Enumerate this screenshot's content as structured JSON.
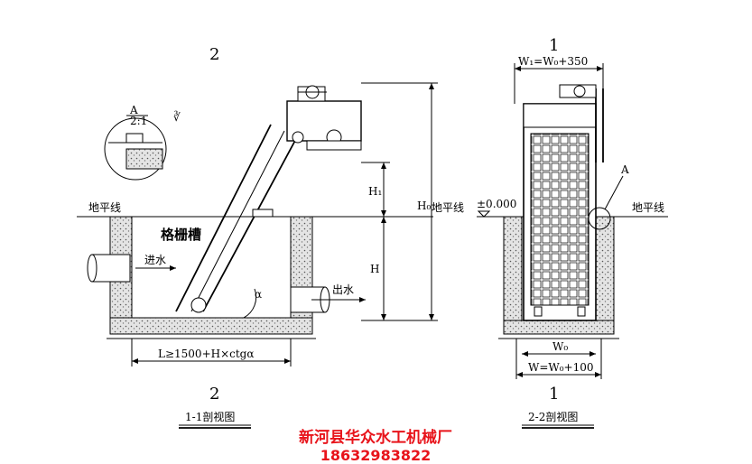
{
  "left_view": {
    "section_mark_top": "2",
    "section_mark_bottom": "2",
    "detail_label": "A",
    "detail_scale": "2:1",
    "ground_label": "地平线",
    "channel_label": "格栅槽",
    "inlet_label": "进水",
    "outlet_label": "出水",
    "angle_label": "α",
    "dim_h1": "H₁",
    "dim_h": "H",
    "dim_h0": "H₀",
    "dim_l": "L≥1500+H×ctgα",
    "ground_label_right": "地平线",
    "caption": "1-1剖视图"
  },
  "right_view": {
    "section_mark_top": "1",
    "section_mark_bottom": "1",
    "dim_w1": "W₁=W₀+350",
    "dim_w0": "W₀",
    "dim_w": "W=W₀+100",
    "elevation": "±0.000",
    "detail_label": "A",
    "ground_label": "地平线",
    "caption": "2-2剖视图"
  },
  "footer": {
    "company": "新河县华众水工机械厂",
    "phone": "18632983822",
    "color": "#e8141b"
  }
}
